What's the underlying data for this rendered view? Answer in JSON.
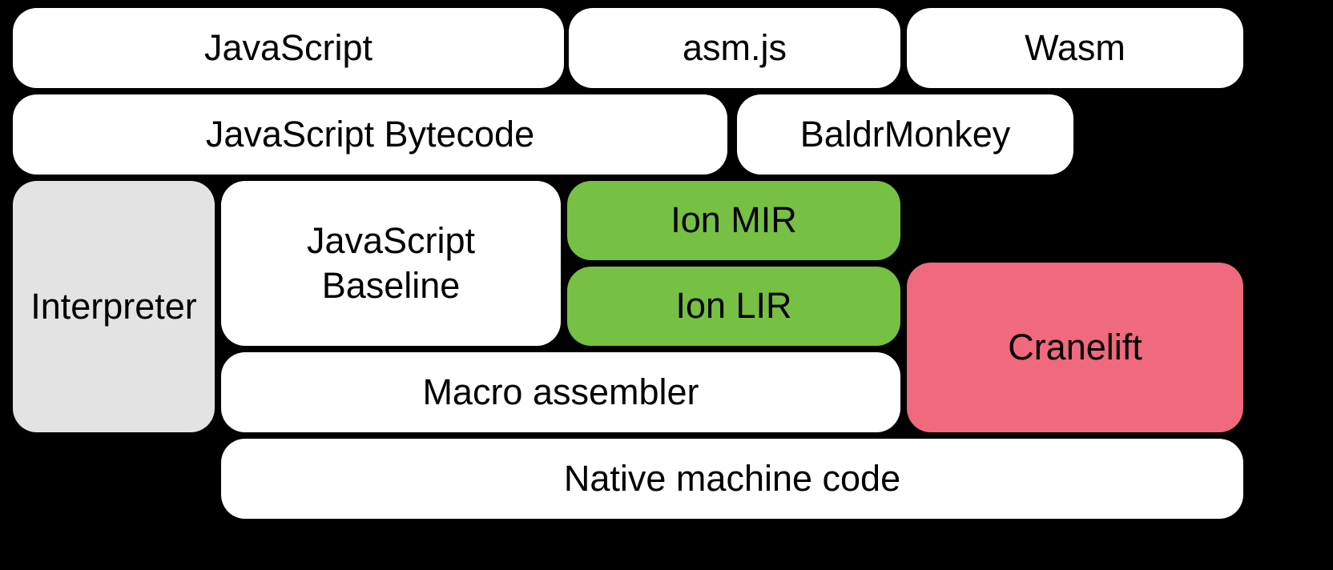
{
  "diagram": {
    "title": "JavaScript / Wasm engine compilation pipeline",
    "background": "#000000",
    "colors": {
      "white": "#ffffff",
      "gray": "#e3e3e3",
      "green": "#76c043",
      "pink": "#f0697c",
      "text": "#000000"
    },
    "nodes": {
      "javascript": {
        "label": "JavaScript"
      },
      "asmjs": {
        "label": "asm.js"
      },
      "wasm": {
        "label": "Wasm"
      },
      "bytecode": {
        "label": "JavaScript Bytecode"
      },
      "baldrmonkey": {
        "label": "BaldrMonkey"
      },
      "interpreter": {
        "label": "Interpreter"
      },
      "baseline": {
        "label": "JavaScript\nBaseline"
      },
      "ion_mir": {
        "label": "Ion MIR"
      },
      "ion_lir": {
        "label": "Ion LIR"
      },
      "cranelift": {
        "label": "Cranelift"
      },
      "macro_assembler": {
        "label": "Macro assembler"
      },
      "native": {
        "label": "Native machine code"
      }
    }
  }
}
